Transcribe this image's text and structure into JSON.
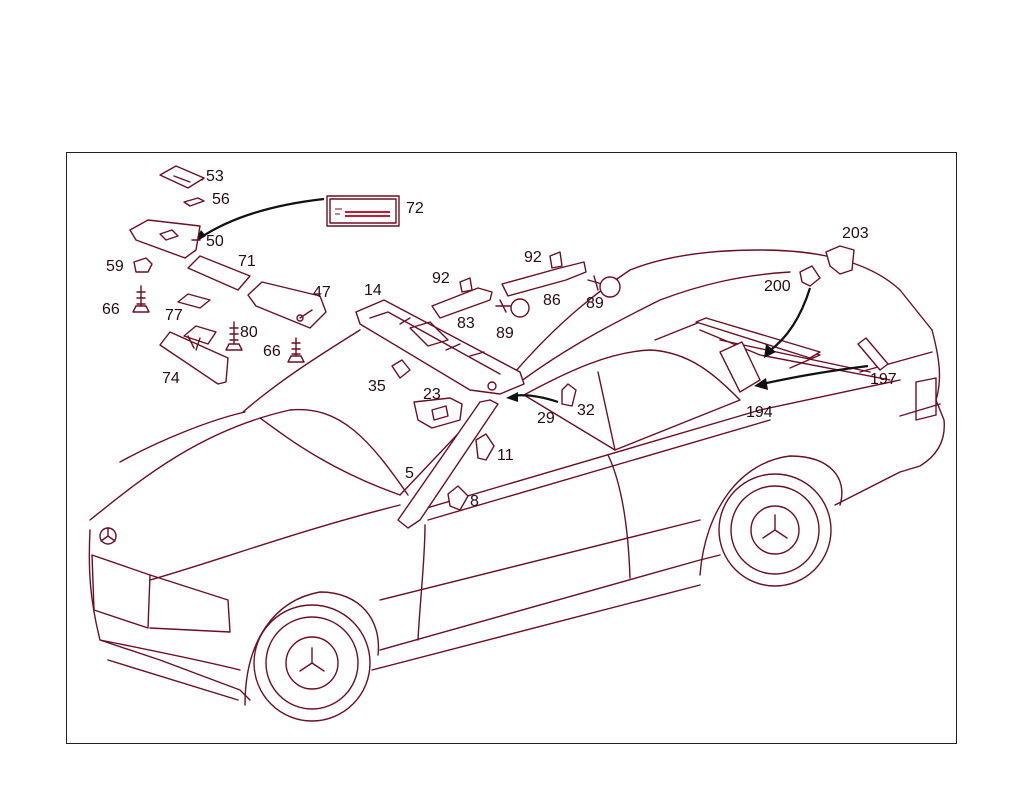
{
  "diagram": {
    "part_labels": {
      "p53": "53",
      "p56": "56",
      "p72": "72",
      "p50": "50",
      "p59": "59",
      "p71": "71",
      "p47": "47",
      "p66a": "66",
      "p77": "77",
      "p80": "80",
      "p66b": "66",
      "p74": "74",
      "p14": "14",
      "p92a": "92",
      "p92b": "92",
      "p83": "83",
      "p86": "86",
      "p89a": "89",
      "p89b": "89",
      "p35": "35",
      "p23": "23",
      "p29": "29",
      "p32": "32",
      "p11": "11",
      "p5": "5",
      "p8": "8",
      "p203": "203",
      "p200": "200",
      "p197": "197",
      "p194": "194"
    }
  }
}
